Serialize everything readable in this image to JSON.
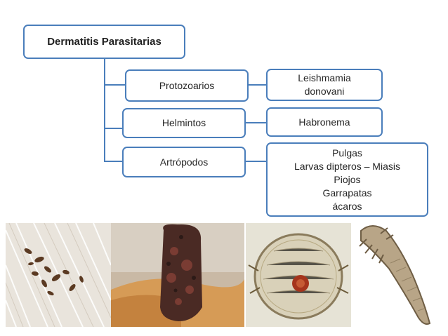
{
  "root": {
    "label": "Dermatitis Parasitarias"
  },
  "categories": [
    {
      "label": "Protozoarios",
      "examples": [
        "Leishmamia",
        "donovani"
      ]
    },
    {
      "label": "Helmintos",
      "examples": [
        "Habronema"
      ]
    },
    {
      "label": "Artrópodos",
      "examples": [
        "Pulgas",
        "Larvas dipteros – Miasis",
        "Piojos",
        "Garrapatas",
        "ácaros"
      ]
    }
  ],
  "images": [
    {
      "name": "fleas-in-fur-photo"
    },
    {
      "name": "skin-lesion-photo"
    },
    {
      "name": "mite-micrograph-photo"
    },
    {
      "name": "demodex-mite-photo"
    }
  ],
  "colors": {
    "accent": "#4a7ebb"
  }
}
